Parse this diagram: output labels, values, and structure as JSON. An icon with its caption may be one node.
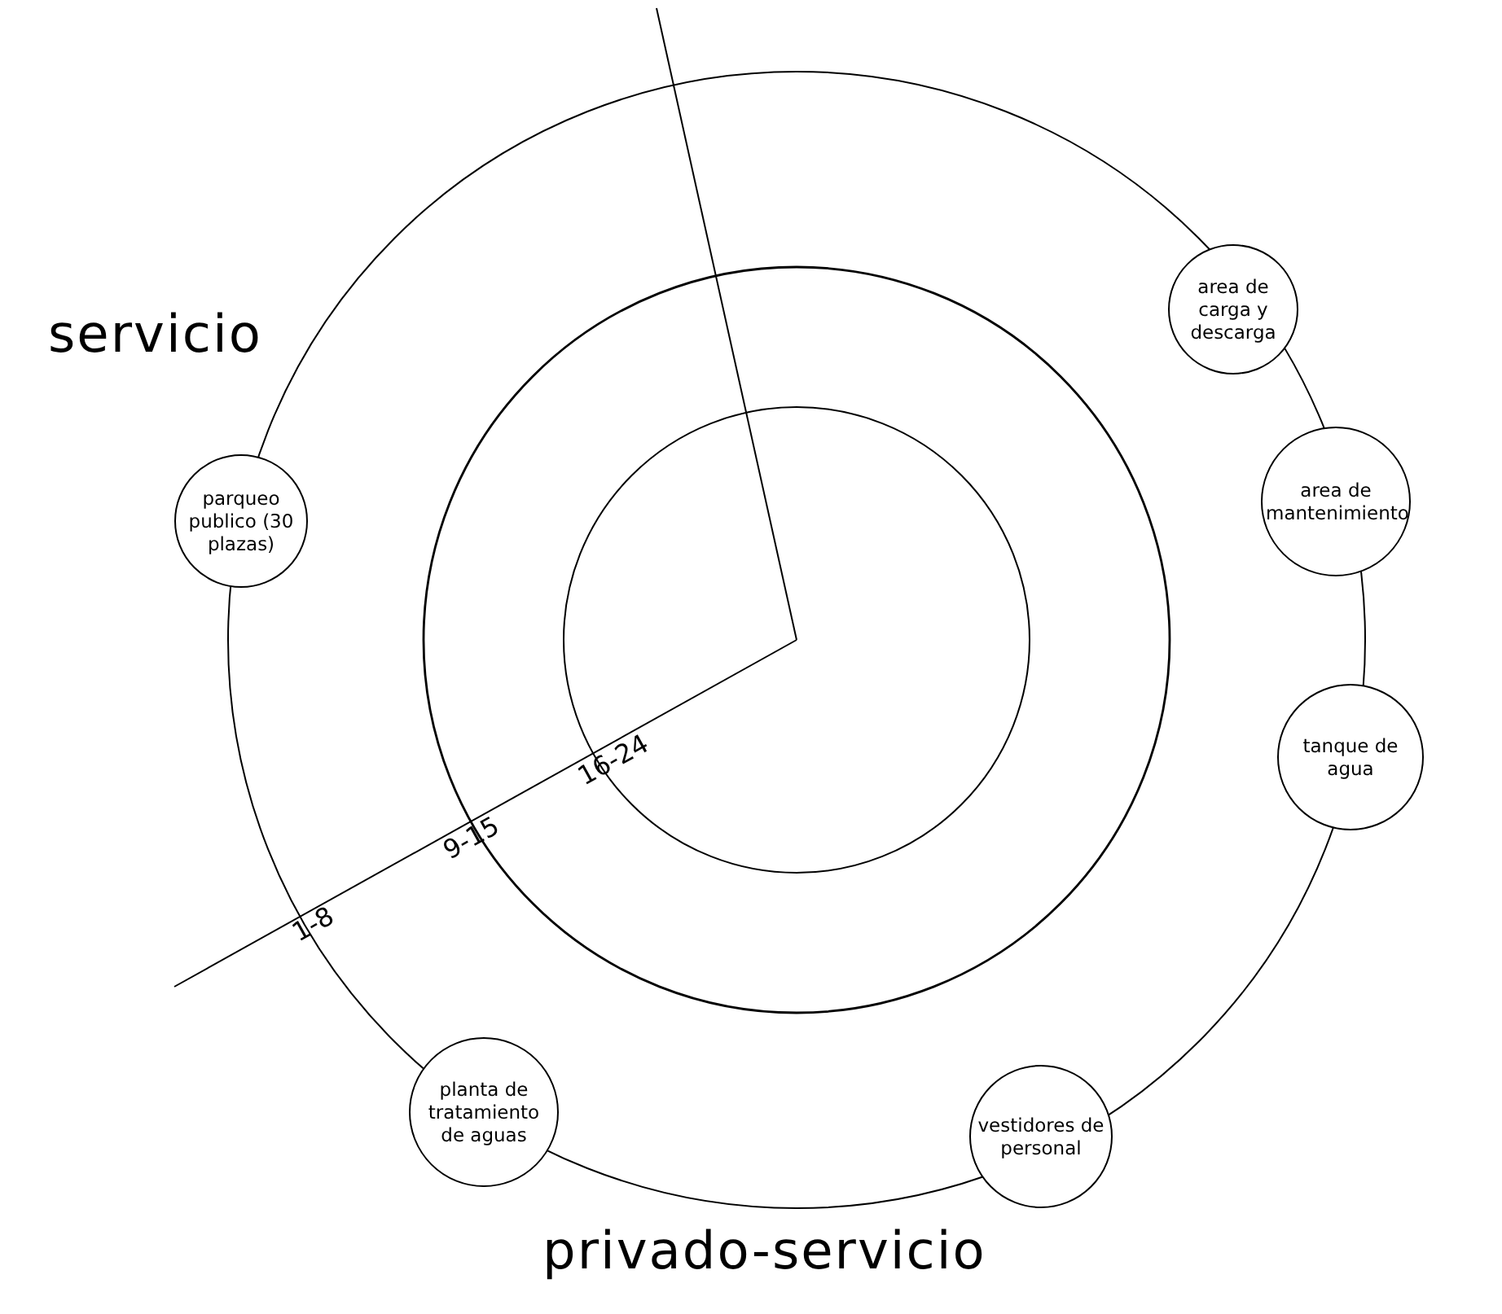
{
  "diagram": {
    "nodes": [
      {
        "text": [
          "area de carga y descarga"
        ]
      },
      {
        "text": [
          "parqueo publico (30 plazas)"
        ]
      },
      {
        "text": [
          "area de mantenimiento"
        ]
      },
      {
        "text": [
          "tanque de agua"
        ]
      },
      {
        "text": [
          "planta de tratamiento de aguas"
        ]
      },
      {
        "text": [
          "vestidores de personal"
        ]
      }
    ],
    "edges": [],
    "labels": [
      "servicio",
      "16-24",
      "9-15",
      "1-8",
      "privado-servicio"
    ]
  }
}
